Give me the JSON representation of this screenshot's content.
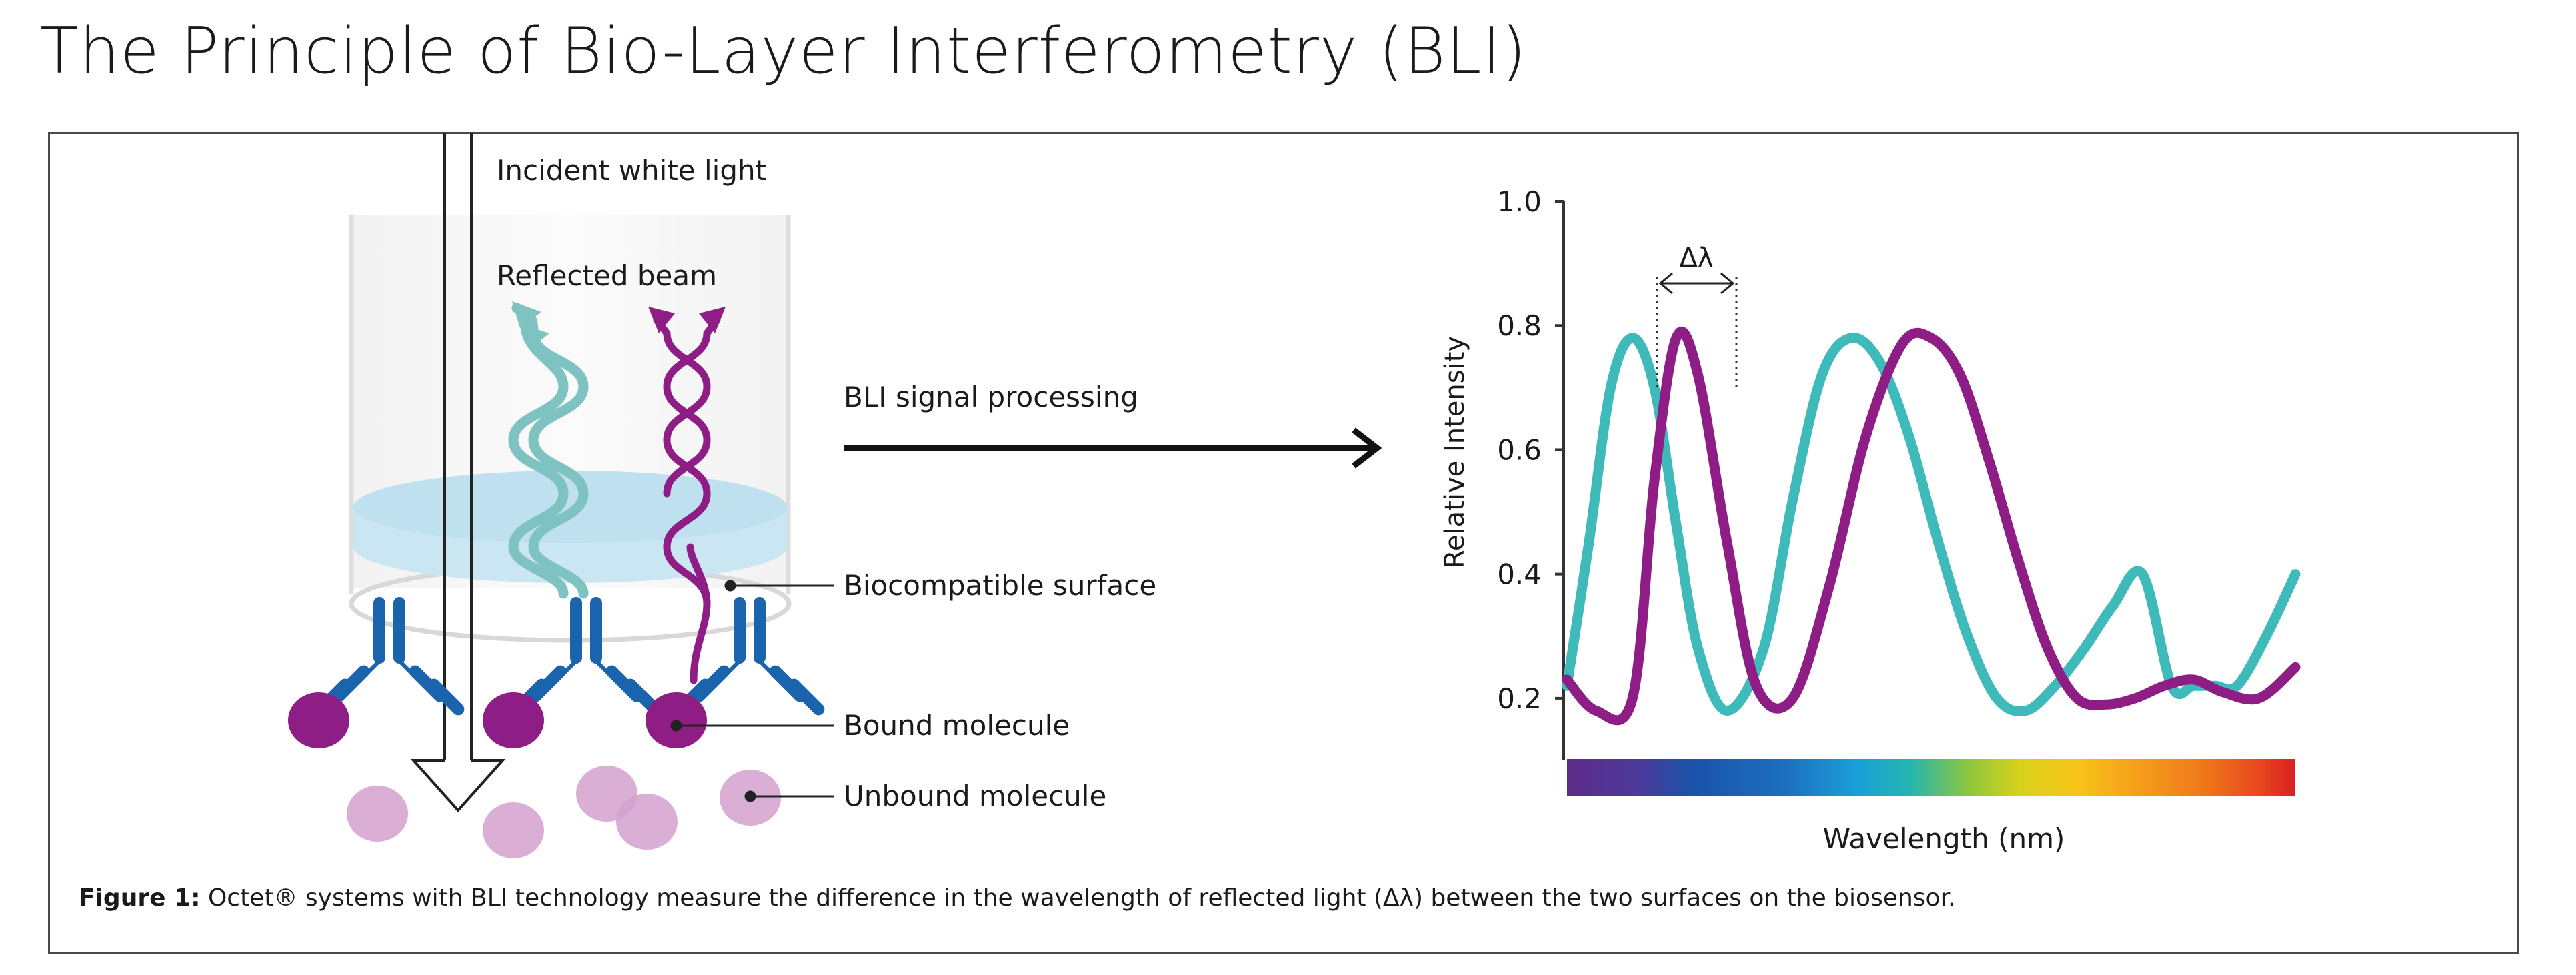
{
  "title": "The Principle of Bio-Layer Interferometry (BLI)",
  "labels": {
    "incident": "Incident white light",
    "reflected": "Reflected beam",
    "processing": "BLI signal processing",
    "surface": "Biocompatible surface",
    "bound": "Bound molecule",
    "unbound": "Unbound molecule"
  },
  "caption": {
    "lead": "Figure 1:",
    "text": "Octet® systems with BLI technology measure the difference in the wavelength of reflected light (Δλ) between the two surfaces on the biosensor."
  },
  "colors": {
    "teal": "#3dbab9",
    "purple": "#8e1e86",
    "antibody": "#1a64ae",
    "surface": "#c9e6f2",
    "unbound": "#d5a0cf"
  },
  "chart_data": {
    "type": "line",
    "xlabel": "Wavelength (nm)",
    "ylabel": "Relative Intensity",
    "yticks": [
      "1.0",
      "0.8",
      "0.6",
      "0.4",
      "0.2"
    ],
    "ylim": [
      0.1,
      1.0
    ],
    "delta_label": "Δλ",
    "series": [
      {
        "color": "#3dbab9",
        "x": [
          0,
          0.03,
          0.06,
          0.09,
          0.12,
          0.15,
          0.18,
          0.22,
          0.27,
          0.31,
          0.35,
          0.39,
          0.43,
          0.47,
          0.51,
          0.55,
          0.59,
          0.63,
          0.67,
          0.71,
          0.75,
          0.79,
          0.83,
          0.86,
          0.89,
          0.92,
          0.96,
          1.0
        ],
        "y": [
          0.22,
          0.45,
          0.7,
          0.78,
          0.7,
          0.48,
          0.28,
          0.18,
          0.28,
          0.52,
          0.72,
          0.78,
          0.74,
          0.62,
          0.45,
          0.3,
          0.2,
          0.18,
          0.22,
          0.28,
          0.35,
          0.4,
          0.22,
          0.22,
          0.22,
          0.22,
          0.3,
          0.4
        ]
      },
      {
        "color": "#8e1e86",
        "x": [
          0,
          0.04,
          0.09,
          0.12,
          0.15,
          0.18,
          0.22,
          0.26,
          0.31,
          0.36,
          0.41,
          0.46,
          0.5,
          0.54,
          0.58,
          0.62,
          0.66,
          0.7,
          0.74,
          0.78,
          0.82,
          0.86,
          0.9,
          0.95,
          1.0
        ],
        "y": [
          0.23,
          0.18,
          0.2,
          0.55,
          0.78,
          0.72,
          0.45,
          0.22,
          0.2,
          0.38,
          0.62,
          0.77,
          0.78,
          0.72,
          0.58,
          0.42,
          0.28,
          0.2,
          0.19,
          0.2,
          0.22,
          0.23,
          0.21,
          0.2,
          0.25
        ]
      }
    ]
  }
}
